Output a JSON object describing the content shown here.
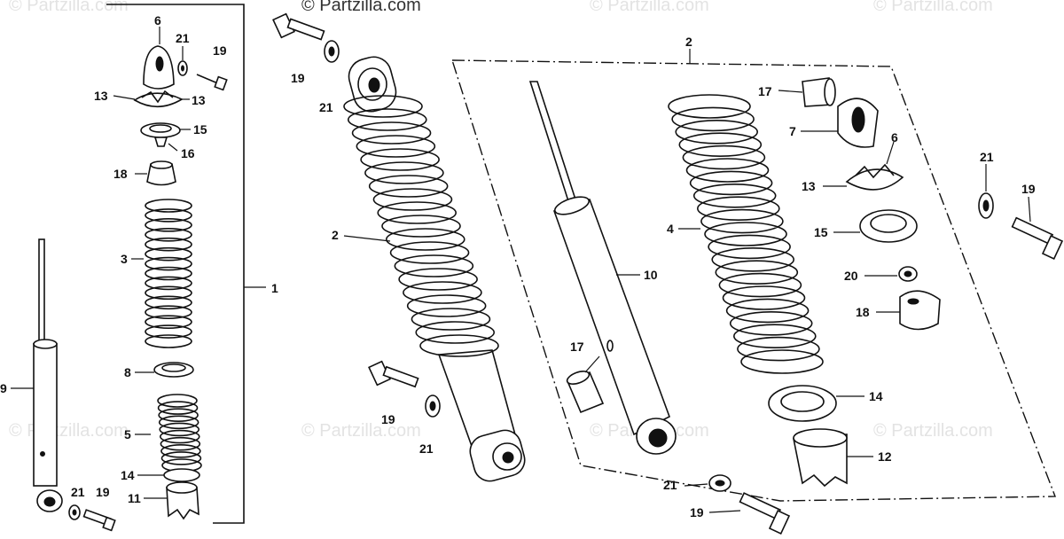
{
  "watermark": "© Partzilla.com",
  "callouts": [
    {
      "id": "c6a",
      "text": "6"
    },
    {
      "id": "c21a",
      "text": "21"
    },
    {
      "id": "c19a",
      "text": "19"
    },
    {
      "id": "c13a",
      "text": "13"
    },
    {
      "id": "c13b",
      "text": "13"
    },
    {
      "id": "c15a",
      "text": "15"
    },
    {
      "id": "c16",
      "text": "16"
    },
    {
      "id": "c18a",
      "text": "18"
    },
    {
      "id": "c3",
      "text": "3"
    },
    {
      "id": "c1",
      "text": "1"
    },
    {
      "id": "c9",
      "text": "9"
    },
    {
      "id": "c8",
      "text": "8"
    },
    {
      "id": "c5",
      "text": "5"
    },
    {
      "id": "c14a",
      "text": "14"
    },
    {
      "id": "c11",
      "text": "11"
    },
    {
      "id": "c21b",
      "text": "21"
    },
    {
      "id": "c19b",
      "text": "19"
    },
    {
      "id": "c19c",
      "text": "19"
    },
    {
      "id": "c21c",
      "text": "21"
    },
    {
      "id": "c2a",
      "text": "2"
    },
    {
      "id": "c19d",
      "text": "19"
    },
    {
      "id": "c21d",
      "text": "21"
    },
    {
      "id": "c2b",
      "text": "2"
    },
    {
      "id": "c10",
      "text": "10"
    },
    {
      "id": "c17a",
      "text": "17"
    },
    {
      "id": "c17b",
      "text": "17"
    },
    {
      "id": "c7",
      "text": "7"
    },
    {
      "id": "c6b",
      "text": "6"
    },
    {
      "id": "c13c",
      "text": "13"
    },
    {
      "id": "c4",
      "text": "4"
    },
    {
      "id": "c15b",
      "text": "15"
    },
    {
      "id": "c20",
      "text": "20"
    },
    {
      "id": "c18b",
      "text": "18"
    },
    {
      "id": "c14b",
      "text": "14"
    },
    {
      "id": "c12",
      "text": "12"
    },
    {
      "id": "c21e",
      "text": "21"
    },
    {
      "id": "c19e",
      "text": "19"
    },
    {
      "id": "c21f",
      "text": "21"
    },
    {
      "id": "c19f",
      "text": "19"
    }
  ]
}
